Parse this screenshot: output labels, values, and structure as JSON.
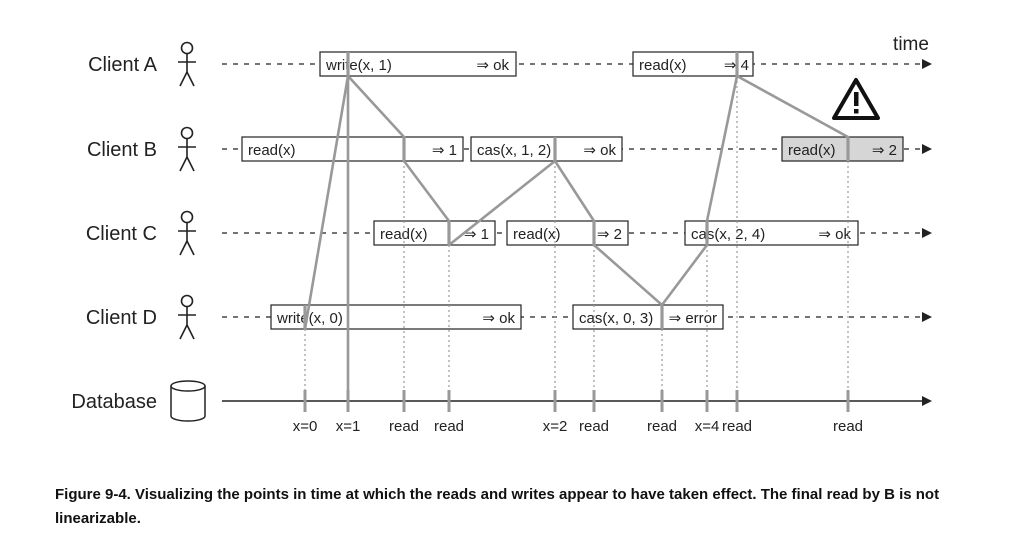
{
  "time_label": "time",
  "clients": [
    {
      "id": "A",
      "label": "Client A"
    },
    {
      "id": "B",
      "label": "Client B"
    },
    {
      "id": "C",
      "label": "Client C"
    },
    {
      "id": "D",
      "label": "Client D"
    }
  ],
  "database_label": "Database",
  "operations": [
    {
      "client": "A",
      "op": "write(x, 1)",
      "result": "⇒ ok",
      "highlight": false
    },
    {
      "client": "A",
      "op": "read(x)",
      "result": "⇒ 4",
      "highlight": false
    },
    {
      "client": "B",
      "op": "read(x)",
      "result": "⇒ 1",
      "highlight": false
    },
    {
      "client": "B",
      "op": "cas(x, 1, 2)",
      "result": "⇒ ok",
      "highlight": false
    },
    {
      "client": "B",
      "op": "read(x)",
      "result": "⇒ 2",
      "highlight": true
    },
    {
      "client": "C",
      "op": "read(x)",
      "result": "⇒ 1",
      "highlight": false
    },
    {
      "client": "C",
      "op": "read(x)",
      "result": "⇒ 2",
      "highlight": false
    },
    {
      "client": "C",
      "op": "cas(x, 2, 4)",
      "result": "⇒ ok",
      "highlight": false
    },
    {
      "client": "D",
      "op": "write(x, 0)",
      "result": "⇒ ok",
      "highlight": false
    },
    {
      "client": "D",
      "op": "cas(x, 0, 3)",
      "result": "⇒ error",
      "highlight": false
    }
  ],
  "database_ticks": [
    "x=0",
    "x=1",
    "read",
    "read",
    "x=2",
    "read",
    "read",
    "x=4",
    "read",
    "read"
  ],
  "warning_icon": "warning-triangle-icon",
  "colors": {
    "line": "#999999",
    "highlight_box": "#d6d6d6",
    "text": "#222222"
  },
  "caption": "Figure 9-4. Visualizing the points in time at which the reads and writes appear to have taken effect. The final read by B is not linearizable."
}
